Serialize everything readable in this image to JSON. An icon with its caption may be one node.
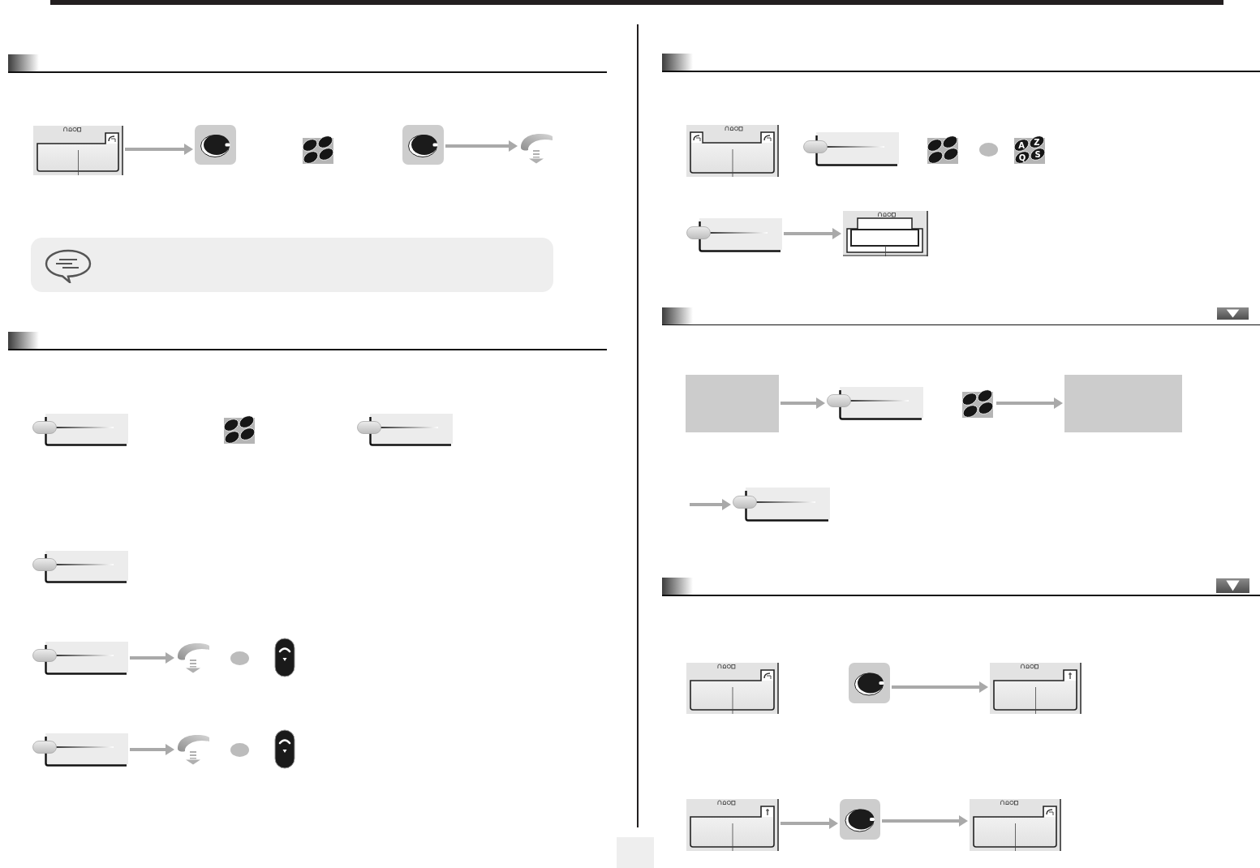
{
  "diagram": {
    "nodes": [
      {
        "text": [],
        "shape": "picture"
      },
      {
        "text": [],
        "shape": "picture"
      },
      {
        "text": [],
        "shape": "picture"
      },
      {
        "text": [],
        "shape": "picture"
      },
      {
        "text": [],
        "shape": "picture"
      },
      {
        "text": [],
        "shape": "picture"
      },
      {
        "text": [],
        "shape": "picture"
      },
      {
        "text": [],
        "shape": "picture"
      },
      {
        "text": [],
        "shape": "picture"
      },
      {
        "text": [],
        "shape": "picture"
      },
      {
        "text": [],
        "shape": "picture"
      },
      {
        "text": [],
        "shape": "circle"
      },
      {
        "text": [],
        "shape": "picture"
      },
      {
        "text": [],
        "shape": "picture"
      },
      {
        "text": [],
        "shape": "picture"
      },
      {
        "text": [],
        "shape": "circle"
      },
      {
        "text": [],
        "shape": "picture"
      },
      {
        "text": [],
        "shape": "picture"
      },
      {
        "text": [],
        "shape": "picture"
      },
      {
        "text": [],
        "shape": "picture"
      },
      {
        "text": [],
        "shape": "circle"
      },
      {
        "text": [
          "A",
          "Z",
          "Q",
          "S"
        ]
      },
      {
        "text": [],
        "shape": "picture"
      },
      {
        "text": [],
        "shape": "picture"
      },
      {
        "text": [],
        "shape": "box"
      },
      {
        "text": [],
        "shape": "picture"
      },
      {
        "text": [],
        "shape": "picture"
      },
      {
        "text": [],
        "shape": "box"
      },
      {
        "text": [],
        "shape": "picture"
      },
      {
        "text": [],
        "shape": "picture"
      },
      {
        "text": [],
        "shape": "picture"
      },
      {
        "text": [],
        "shape": "picture"
      },
      {
        "text": [],
        "shape": "picture"
      },
      {
        "text": [],
        "shape": "picture"
      },
      {
        "text": [],
        "shape": "picture"
      }
    ],
    "edges": [
      {
        "from": 0,
        "to": 1,
        "arrow": "to"
      },
      {
        "from": 3,
        "to": 4,
        "arrow": "to"
      },
      {
        "from": 9,
        "to": 10,
        "arrow": "to"
      },
      {
        "from": 13,
        "to": 14,
        "arrow": "to"
      },
      {
        "from": 22,
        "to": 23,
        "arrow": "to"
      },
      {
        "from": 24,
        "to": 25,
        "arrow": "to"
      },
      {
        "from": 26,
        "to": 27,
        "arrow": "to"
      },
      {
        "from": null,
        "to": 28,
        "arrow": "to"
      },
      {
        "from": 30,
        "to": 31,
        "arrow": "to"
      },
      {
        "from": 32,
        "to": 33,
        "arrow": "to"
      },
      {
        "from": 33,
        "to": 34,
        "arrow": "to"
      }
    ]
  }
}
